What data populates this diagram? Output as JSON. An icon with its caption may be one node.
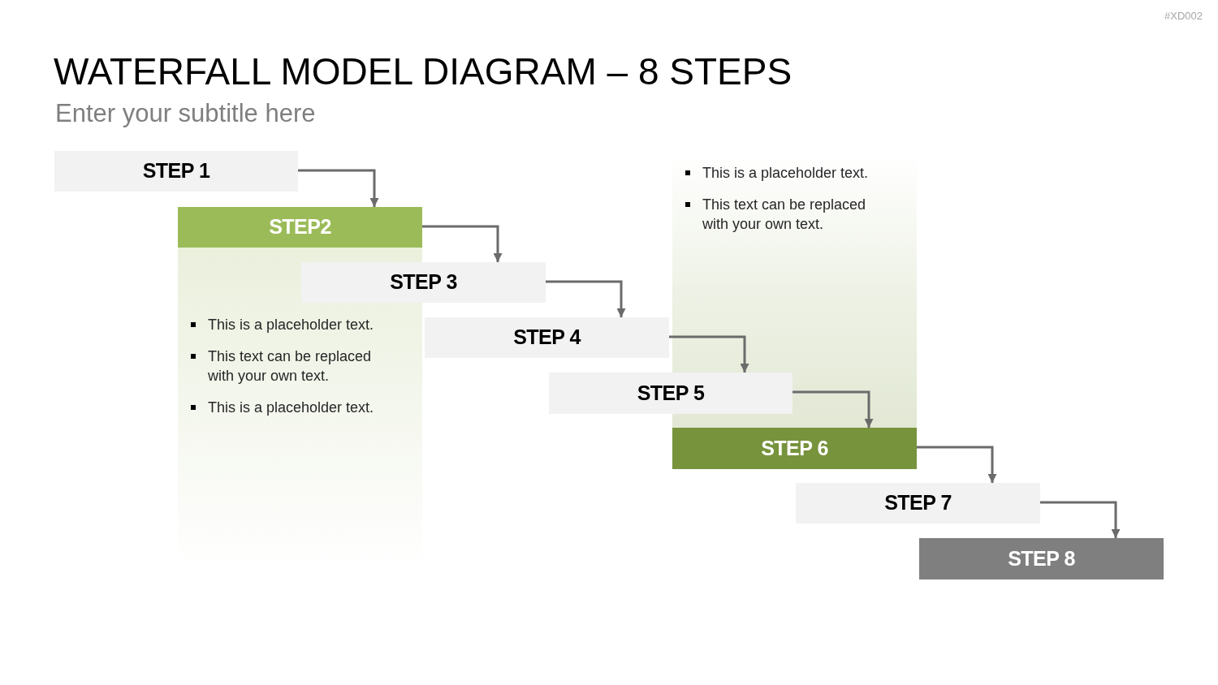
{
  "diagram": {
    "title": "WATERFALL MODEL DIAGRAM – 8 STEPS",
    "nodes": [
      {
        "text": [
          "STEP 1"
        ]
      },
      {
        "text": [
          "STEP2"
        ]
      },
      {
        "text": [
          "STEP 3"
        ]
      },
      {
        "text": [
          "STEP 4"
        ]
      },
      {
        "text": [
          "STEP 5"
        ]
      },
      {
        "text": [
          "STEP 6"
        ]
      },
      {
        "text": [
          "STEP 7"
        ]
      },
      {
        "text": [
          "STEP 8"
        ]
      },
      {
        "text": [
          "This is a placeholder text.",
          "This text can be replaced with your own text.",
          "This is a placeholder text."
        ]
      },
      {
        "text": [
          "This is a placeholder text.",
          "This text can be replaced with your own text."
        ]
      }
    ],
    "edges": [
      {
        "from": 0,
        "to": 1,
        "arrow": "to"
      },
      {
        "from": 1,
        "to": 2,
        "arrow": "to"
      },
      {
        "from": 2,
        "to": 3,
        "arrow": "to"
      },
      {
        "from": 3,
        "to": 4,
        "arrow": "to"
      },
      {
        "from": 4,
        "to": 5,
        "arrow": "to"
      },
      {
        "from": 5,
        "to": 6,
        "arrow": "to"
      },
      {
        "from": 6,
        "to": 7,
        "arrow": "to"
      }
    ],
    "labels": [
      "#XD002",
      "Enter your subtitle here"
    ]
  }
}
